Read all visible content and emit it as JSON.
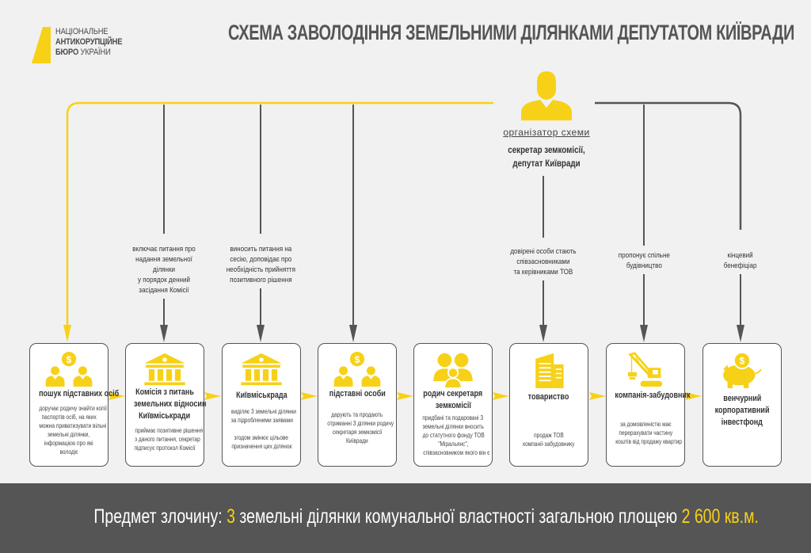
{
  "logo": {
    "line1": "НАЦІОНАЛЬНЕ",
    "line2": "АНТИКОРУПЦІЙНЕ",
    "line3_bold": "БЮРО",
    "line3_rest": " УКРАЇНИ",
    "icon": "nabu-logo-mark"
  },
  "title": "СХЕМА ЗАВОЛОДІННЯ ЗЕМЕЛЬНИМИ ДІЛЯНКАМИ ДЕПУТАТОМ КИЇВРАДИ",
  "organizer": {
    "icon": "person-icon",
    "label": "організатор схеми",
    "desc_line1": "секретар земкомісії,",
    "desc_line2": "депутат Київради"
  },
  "colors": {
    "accent": "#f7d117",
    "dark": "#555555",
    "background": "#f1f1f1"
  },
  "steps": [
    {
      "text": [
        "включає питання про",
        "надання земельної ділянки",
        "у порядок денний",
        "засідання Комісії"
      ]
    },
    {
      "text": [
        "виносить питання на",
        "сесію, доповідає про",
        "необхідність прийняття",
        "позитивного рішення"
      ]
    },
    {
      "text": [
        "довірені особи стають",
        "співзасновниками",
        "та керівниками ТОВ"
      ]
    },
    {
      "text": [
        "пропонує спільне",
        "будівництво"
      ]
    },
    {
      "text": [
        "кінцевий",
        "бенефіціар"
      ]
    }
  ],
  "cards": [
    {
      "icon": "people-money-icon",
      "name": [
        "пошук підставних осіб"
      ],
      "desc": [
        "доручає родичу знайти копії",
        "паспортів осіб, на яких",
        "можна приватизувати вільні",
        "земельні ділянки,",
        "інформацією про які",
        "володіє"
      ]
    },
    {
      "icon": "government-building-icon",
      "name": [
        "Комісія з питань",
        "земельних відносин",
        "Київміськради"
      ],
      "desc": [
        "приймає позитивне рішення",
        "з даного питання, секретар",
        "підписує протокол Комісії"
      ]
    },
    {
      "icon": "government-building-icon",
      "name": [
        "Київміськрада"
      ],
      "desc": [
        "виділяє 3 земельні ділянки",
        "за підробленими заявами",
        "",
        "згодом змінює цільове",
        "призначення цих ділянок"
      ]
    },
    {
      "icon": "people-money-icon",
      "name": [
        "підставні особи"
      ],
      "desc": [
        "дарують та продають",
        "отриманні 3 ділянки родичу",
        "секретаря земкомісії",
        "Київради"
      ]
    },
    {
      "icon": "family-icon",
      "name": [
        "родич секретаря",
        "земкомісії"
      ],
      "desc": [
        "придбані та подаровані 3",
        "земельні ділянки вносить",
        "до статутного фонду ТОВ",
        "\"Міральянс\",",
        "співзасновником якого він є"
      ]
    },
    {
      "icon": "office-building-icon",
      "name": [
        "товариство"
      ],
      "desc": [
        "продаж ТОВ",
        "компанії-забудовнику"
      ]
    },
    {
      "icon": "crane-icon",
      "name": [
        "компанія-забудовник"
      ],
      "desc": [
        "за домовленістю має",
        "перерахувати частину",
        "коштів від продажу квартир"
      ]
    },
    {
      "icon": "piggy-bank-icon",
      "name": [
        "венчурний",
        "корпоративний",
        "інвестфонд"
      ],
      "desc": []
    }
  ],
  "footer": {
    "prefix": "Предмет злочину: ",
    "count": "3",
    "middle": " земельні ділянки комунальної властності загальною площею ",
    "area": "2 600 кв.м."
  }
}
